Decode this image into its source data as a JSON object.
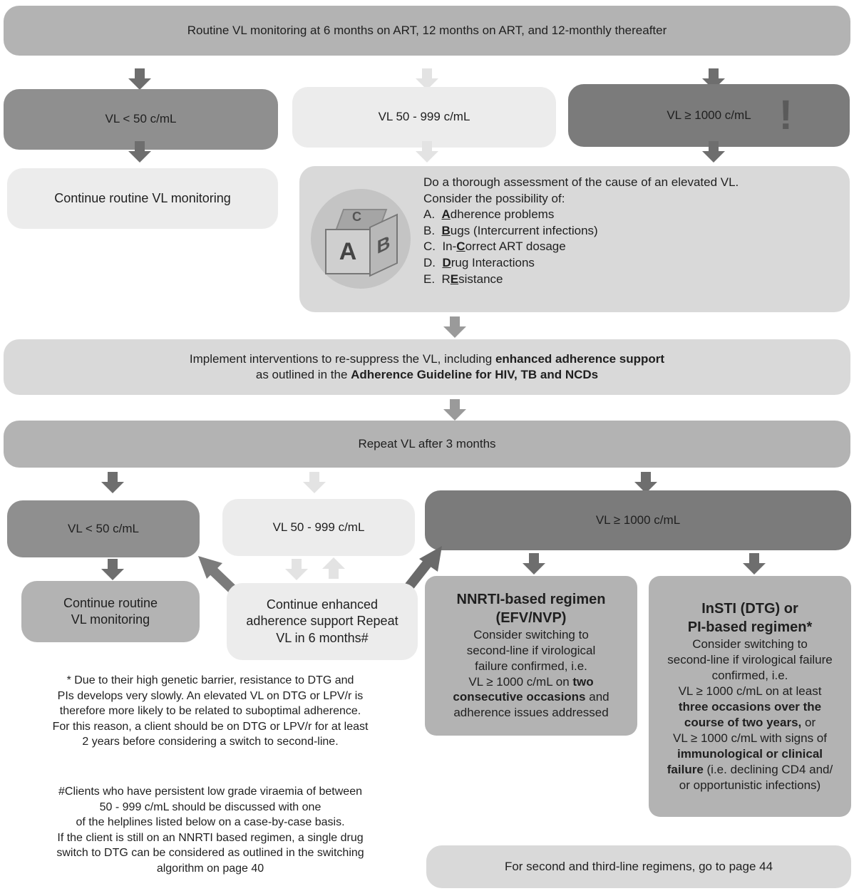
{
  "top_box": "Routine VL monitoring at 6 months on ART, 12 months on ART, and 12-monthly thereafter",
  "first_row": {
    "low": "VL < 50 c/mL",
    "mid": "VL 50 - 999 c/mL",
    "high": "VL ≥ 1000 c/mL",
    "high_mark": "!"
  },
  "continue_box": "Continue routine VL monitoring",
  "assessment": {
    "line1": "Do a thorough assessment of the cause of an elevated VL.",
    "line2": "Consider the possibility of:",
    "items": [
      {
        "prefix": "A.",
        "pre": "",
        "u": "A",
        "post": "dherence problems"
      },
      {
        "prefix": "B.",
        "pre": "",
        "u": "B",
        "post": "ugs (Intercurrent infections)"
      },
      {
        "prefix": "C.",
        "pre": "In-",
        "u": "C",
        "post": "orrect ART dosage"
      },
      {
        "prefix": "D.",
        "pre": "",
        "u": "D",
        "post": "rug Interactions"
      },
      {
        "prefix": "E.",
        "pre": "R",
        "u": "E",
        "post": "sistance"
      }
    ],
    "block_letters": [
      "A",
      "B",
      "C"
    ]
  },
  "intervene": {
    "pre": "Implement interventions to re-suppress the VL, including ",
    "bold1": "enhanced adherence support",
    "mid": "as outlined in the ",
    "bold2": "Adherence Guideline for HIV, TB and NCDs"
  },
  "repeat_box": "Repeat VL after 3 months",
  "second_row": {
    "low": "VL < 50 c/mL",
    "mid": "VL 50 - 999 c/mL",
    "high": "VL ≥ 1000 c/mL"
  },
  "continue_routine": {
    "line1": "Continue routine",
    "line2": "VL monitoring"
  },
  "continue_enhanced": {
    "line1": "Continue enhanced",
    "line2": "adherence support Repeat",
    "line3": "VL in 6 months#"
  },
  "nnrti": {
    "title1": "NNRTI-based regimen",
    "title2": "(EFV/NVP)",
    "l1": "Consider switching to",
    "l2": "second-line if virological",
    "l3": "failure confirmed, i.e.",
    "l4_pre": "VL ≥ 1000 c/mL on ",
    "l4_bold": "two",
    "l5_bold": "consecutive occasions",
    "l5_post": " and",
    "l6": "adherence issues addressed"
  },
  "insti": {
    "title1": "InSTI (DTG) or",
    "title2": "PI-based regimen*",
    "l1": "Consider switching to",
    "l2": "second-line if virological failure",
    "l3": "confirmed, i.e.",
    "l4": "VL ≥ 1000 c/mL on at least",
    "l5_bold": "three occasions over the",
    "l6_bold": "course of two years,",
    "l6_post": " or",
    "l7": "VL ≥ 1000 c/mL with signs of",
    "l8_bold": "immunological or clinical",
    "l9_bold": "failure",
    "l9_post": " (i.e. declining CD4 and/",
    "l10": "or opportunistic infections)"
  },
  "note_star": [
    "* Due to their high genetic barrier, resistance to DTG and",
    "PIs develops very slowly. An elevated VL on DTG or LPV/r is",
    "therefore more likely to be related to suboptimal adherence.",
    "For this reason, a client should be on DTG or LPV/r for at least",
    "2 years before considering a switch to second-line."
  ],
  "note_hash": [
    "#Clients who have persistent low grade viraemia of between",
    "50 - 999 c/mL should be discussed with one",
    "of the helplines listed below on a case-by-case basis.",
    "If the client is still on an NNRTI based regimen, a single drug",
    "switch to DTG can be considered as outlined in the switching",
    "algorithm on page 40"
  ],
  "page44": "For second and third-line regimens, go to page 44"
}
